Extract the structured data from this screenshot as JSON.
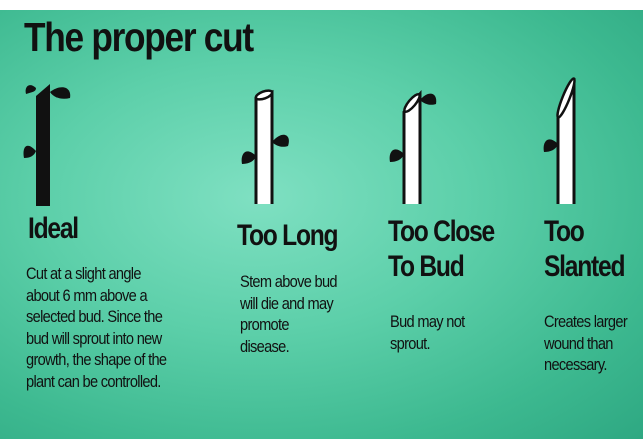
{
  "title": "The proper cut",
  "colors": {
    "background": "#5ccfa9",
    "ink": "#111111",
    "stem_fill_white": "#ffffff"
  },
  "cuts": [
    {
      "heading_lines": [
        "Ideal"
      ],
      "description_lines": [
        "Cut at a slight angle",
        "about 6 mm above a",
        "selected bud. Since the",
        "bud will sprout into new",
        "growth, the shape of the",
        "plant can be controlled."
      ],
      "stem_icon": "ideal-cut-stem-icon"
    },
    {
      "heading_lines": [
        "Too Long"
      ],
      "description_lines": [
        "Stem above bud",
        "will die and may",
        "promote",
        "disease."
      ],
      "stem_icon": "too-long-stem-icon"
    },
    {
      "heading_lines": [
        "Too Close",
        "To Bud"
      ],
      "description_lines": [
        "Bud may not",
        "sprout."
      ],
      "stem_icon": "too-close-stem-icon"
    },
    {
      "heading_lines": [
        "Too",
        "Slanted"
      ],
      "description_lines": [
        "Creates larger",
        "wound than",
        "necessary."
      ],
      "stem_icon": "too-slanted-stem-icon"
    }
  ]
}
